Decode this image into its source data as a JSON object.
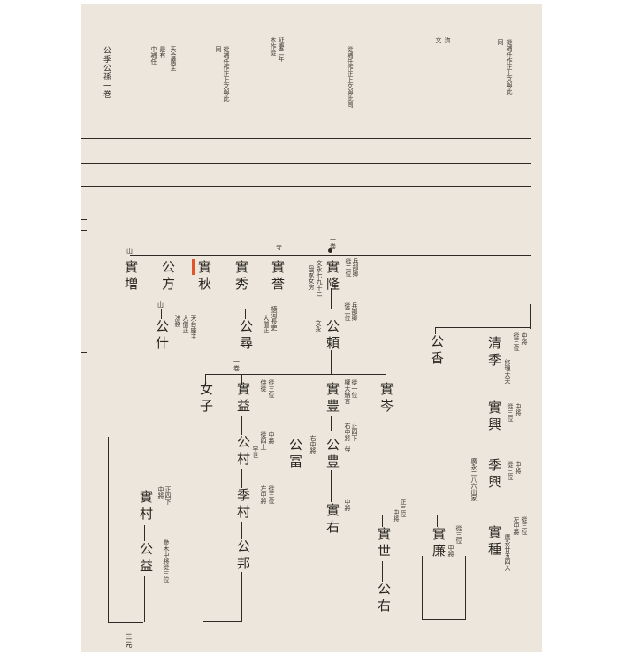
{
  "header": {
    "title": "公季公孫一巻",
    "col_a": "天合廣主",
    "col_b": "是有",
    "col_c": "中補任",
    "note_d1": "從補任作正上文與此",
    "note_d2": "同",
    "note_e1": "延慶二年",
    "note_e2": "本作從",
    "note_f1": "從補任作正上文與此同",
    "note_g1": "濟",
    "note_g2": "文",
    "note_h1": "從補任作正上文與此",
    "note_h2": "同"
  },
  "gen1": {
    "marker": "一",
    "sub": "卷",
    "names": [
      "實増",
      "公方",
      "實秋",
      "實秀",
      "實誉",
      "實隆"
    ],
    "yama1": "山",
    "yama2": "寺",
    "sanetaka_note1": "兵部卿",
    "sanetaka_note2": "從二位",
    "sanetaka_note3": "文永七九十二",
    "sanetaka_note4": "母家女房"
  },
  "gen2": {
    "names": [
      "公什",
      "公尋",
      "公頼"
    ],
    "yama": "山",
    "n1": "天台座主",
    "n2": "大僧正",
    "n3": "法務",
    "n4": "横河長吏",
    "n5": "大僧正",
    "n6": "兵部卿",
    "n7": "從二位",
    "kimiyori_date": "文永"
  },
  "gen3": {
    "names": [
      "女子",
      "實益",
      "實豊",
      "實岑"
    ],
    "marker": "一",
    "sub": "卷",
    "n1": "從三位",
    "n2": "侍從",
    "n3": "從一位",
    "n4": "權大納言"
  },
  "gen4": {
    "names": [
      "公村",
      "公冨",
      "公豊"
    ],
    "n1": "中將",
    "n2": "從四上",
    "n3": "早世",
    "n4": "右中將",
    "n5": "正四下",
    "n6": "右中將",
    "n7": "母"
  },
  "gen5": {
    "names": [
      "季村",
      "實右"
    ],
    "n1": "從三位",
    "n2": "左中將",
    "n3": "中將"
  },
  "gen6": {
    "names": [
      "公邦"
    ]
  },
  "left_branch": {
    "names": [
      "實村",
      "公益"
    ],
    "n1": "正四下",
    "n2": "中將",
    "n3": "參木中將從三位"
  },
  "right_branch": {
    "names": [
      "公香",
      "清季",
      "實興",
      "季興",
      "實種",
      "實世",
      "公右",
      "實廉"
    ],
    "n1": "中將",
    "n2": "從三位",
    "n3": "修理大夫",
    "n4": "中將",
    "n5": "從三位",
    "n6": "中將",
    "n7": "從三位",
    "n8": "廣永二八六出家",
    "n9": "從三位",
    "n10": "左中將",
    "n11": "廣永廿五四入",
    "n12": "正三位",
    "n13": "中將",
    "n14": "從三位",
    "n15": "中將"
  },
  "footer": {
    "page_number": "三元"
  },
  "colors": {
    "paper": "#ece6dc",
    "ink": "#2e2a26",
    "highlight": "#e2552b"
  }
}
